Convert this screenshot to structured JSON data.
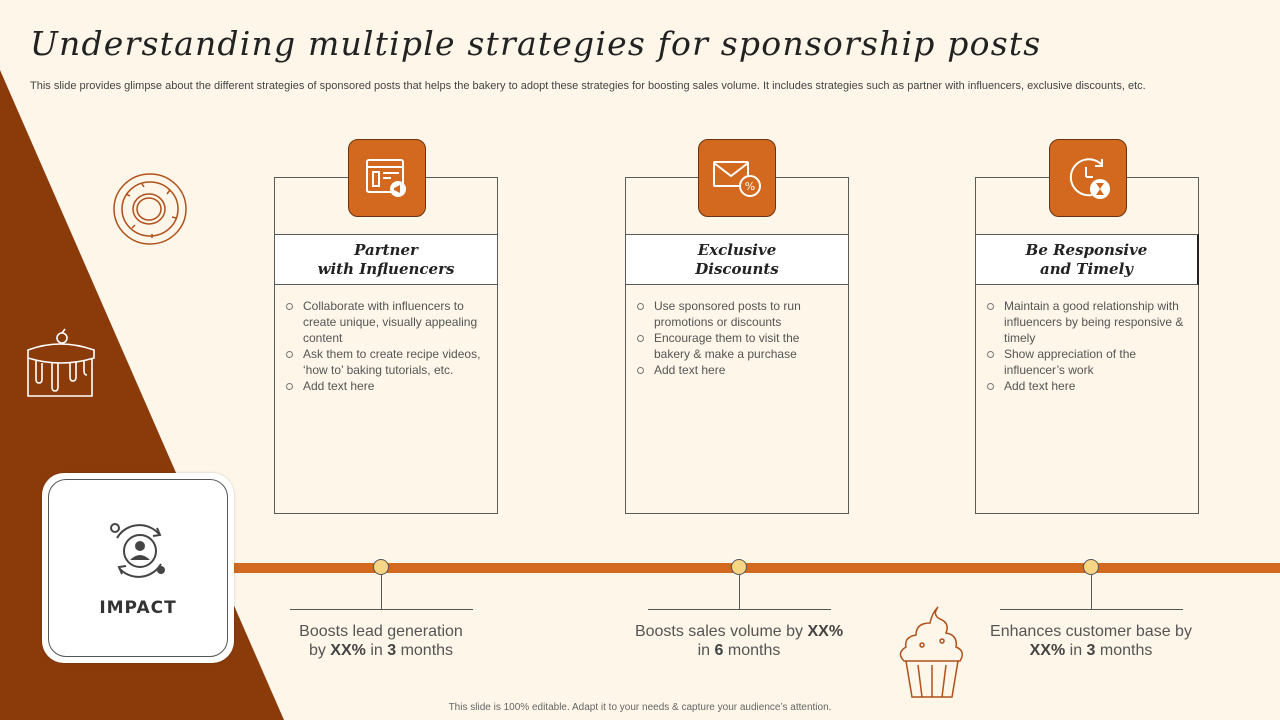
{
  "title": "Understanding multiple strategies for sponsorship posts",
  "subtitle": "This slide provides glimpse about the different strategies of sponsored posts that helps the bakery to adopt these strategies for boosting sales volume. It includes strategies such as partner with influencers, exclusive discounts, etc.",
  "colors": {
    "accent": "#D2691E",
    "dark_brown": "#8B3A0A",
    "background": "#FDF6E9",
    "timeline_dot": "#F6D584"
  },
  "strategies": [
    {
      "icon": "web-marketing-icon",
      "heading": "Partner\nwith Influencers",
      "points": [
        "Collaborate with influencers to create unique, visually appealing content",
        "Ask them to create recipe videos, ‘how to’ baking tutorials, etc.",
        "Add text here"
      ]
    },
    {
      "icon": "email-discount-icon",
      "heading": "Exclusive\nDiscounts",
      "points": [
        "Use sponsored posts to run promotions or discounts",
        "Encourage them to visit the bakery & make a purchase",
        "Add text here"
      ]
    },
    {
      "icon": "clock-timer-icon",
      "heading": "Be Responsive\nand Timely",
      "points": [
        "Maintain a good relationship with influencers by being responsive & timely",
        "Show appreciation of the influencer’s work",
        "Add text here"
      ]
    }
  ],
  "impact": {
    "label": "IMPACT",
    "icon": "user-cycle-icon",
    "items": [
      {
        "pre": "Boosts lead generation",
        "mid": "by ",
        "pct": "XX%",
        "in": " in ",
        "num": "3",
        "post": " months"
      },
      {
        "pre": "Boosts sales volume by ",
        "mid": "",
        "pct": "XX%",
        "in": "in ",
        "num": "6",
        "post": " months"
      },
      {
        "pre": "Enhances customer base by",
        "mid": "",
        "pct": "XX%",
        "in": " in ",
        "num": "3",
        "post": " months"
      }
    ]
  },
  "decorations": [
    "donut-icon",
    "cake-icon",
    "cupcake-icon"
  ],
  "footer": "This slide is 100% editable.  Adapt it to your needs & capture your audience’s attention."
}
